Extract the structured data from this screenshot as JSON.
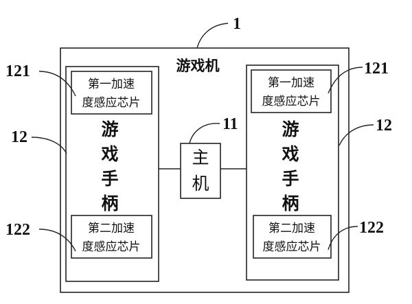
{
  "system": {
    "ref": "1",
    "title": "游戏机"
  },
  "host": {
    "ref": "11",
    "label_line1": "主",
    "label_line2": "机"
  },
  "left_controller": {
    "ref": "12",
    "label_chars": [
      "游",
      "戏",
      "手",
      "柄"
    ],
    "chip_top": {
      "ref": "121",
      "line1": "第一加速",
      "line2": "度感应芯片"
    },
    "chip_bottom": {
      "ref": "122",
      "line1": "第二加速",
      "line2": "度感应芯片"
    }
  },
  "right_controller": {
    "ref": "12",
    "label_chars": [
      "游",
      "戏",
      "手",
      "柄"
    ],
    "chip_top": {
      "ref": "121",
      "line1": "第一加速",
      "line2": "度感应芯片"
    },
    "chip_bottom": {
      "ref": "122",
      "line1": "第二加速",
      "line2": "度感应芯片"
    }
  }
}
